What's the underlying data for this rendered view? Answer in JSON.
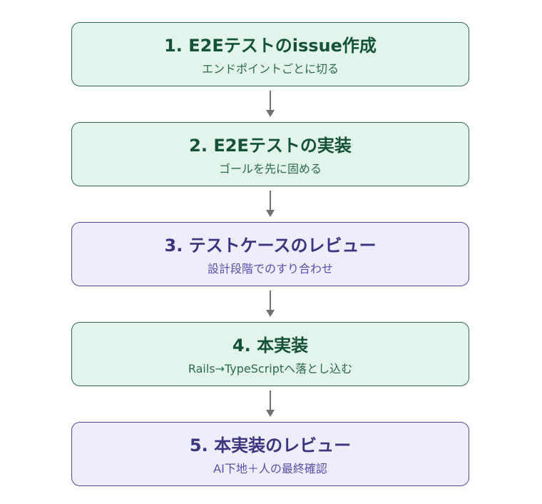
{
  "steps": [
    {
      "title": "1. E2Eテストのissue作成",
      "subtitle": "エンドポイントごとに切る",
      "color": "#e3f4ec"
    },
    {
      "title": "2. E2Eテストの実装",
      "subtitle": "ゴールを先に固める",
      "color": "#e3f4ec"
    },
    {
      "title": "3. テストケースのレビュー",
      "subtitle": "設計段階でのすり合わせ",
      "color": "#eeedfb"
    },
    {
      "title": "4. 本実装",
      "subtitle": "Rails→TypeScriptへ落とし込む",
      "color": "#e3f4ec"
    },
    {
      "title": "5. 本実装のレビュー",
      "subtitle": "AI下地＋人の最終確認",
      "color": "#eeedfb"
    }
  ]
}
